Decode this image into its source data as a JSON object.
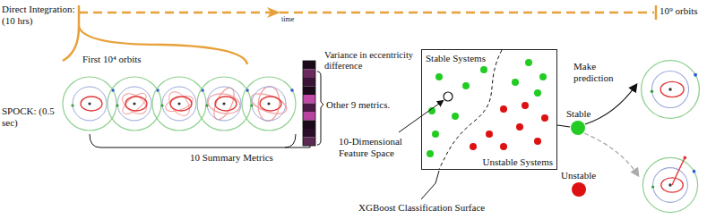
{
  "diagram": {
    "nodes": [
      {
        "text": [
          "Stable Systems",
          "Unstable Systems"
        ]
      }
    ],
    "labels": [
      "Direct Integration: (10 hrs)",
      "time",
      "10⁹ orbits",
      "SPOCK: (0.5 sec)",
      "First 10⁴ orbits",
      "Variance in eccentricity difference",
      "Other 9 metrics.",
      "10 Summary Metrics",
      "10-Dimensional Feature Space",
      "XGBoost Classification Surface",
      "Make prediction",
      "Stable",
      "Unstable"
    ]
  }
}
